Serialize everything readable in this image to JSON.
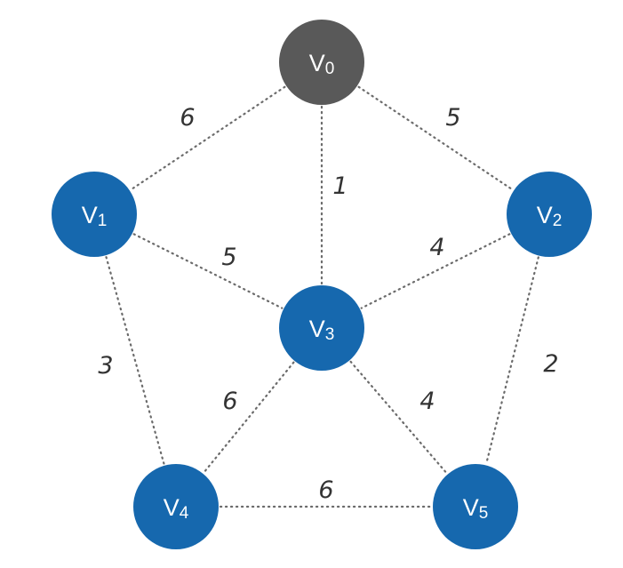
{
  "graph": {
    "colors": {
      "start_node": "#595959",
      "node": "#1668ae"
    },
    "nodes": [
      {
        "id": "v0",
        "name": "V",
        "sub": "0",
        "kind": "start"
      },
      {
        "id": "v1",
        "name": "V",
        "sub": "1",
        "kind": "normal"
      },
      {
        "id": "v2",
        "name": "V",
        "sub": "2",
        "kind": "normal"
      },
      {
        "id": "v3",
        "name": "V",
        "sub": "3",
        "kind": "normal"
      },
      {
        "id": "v4",
        "name": "V",
        "sub": "4",
        "kind": "normal"
      },
      {
        "id": "v5",
        "name": "V",
        "sub": "5",
        "kind": "normal"
      }
    ],
    "edges": [
      {
        "from": "v0",
        "to": "v1",
        "weight": "6"
      },
      {
        "from": "v0",
        "to": "v2",
        "weight": "5"
      },
      {
        "from": "v0",
        "to": "v3",
        "weight": "1"
      },
      {
        "from": "v1",
        "to": "v3",
        "weight": "5"
      },
      {
        "from": "v2",
        "to": "v3",
        "weight": "4"
      },
      {
        "from": "v1",
        "to": "v4",
        "weight": "3"
      },
      {
        "from": "v2",
        "to": "v5",
        "weight": "2"
      },
      {
        "from": "v3",
        "to": "v4",
        "weight": "6"
      },
      {
        "from": "v3",
        "to": "v5",
        "weight": "4"
      },
      {
        "from": "v4",
        "to": "v5",
        "weight": "6"
      }
    ]
  }
}
